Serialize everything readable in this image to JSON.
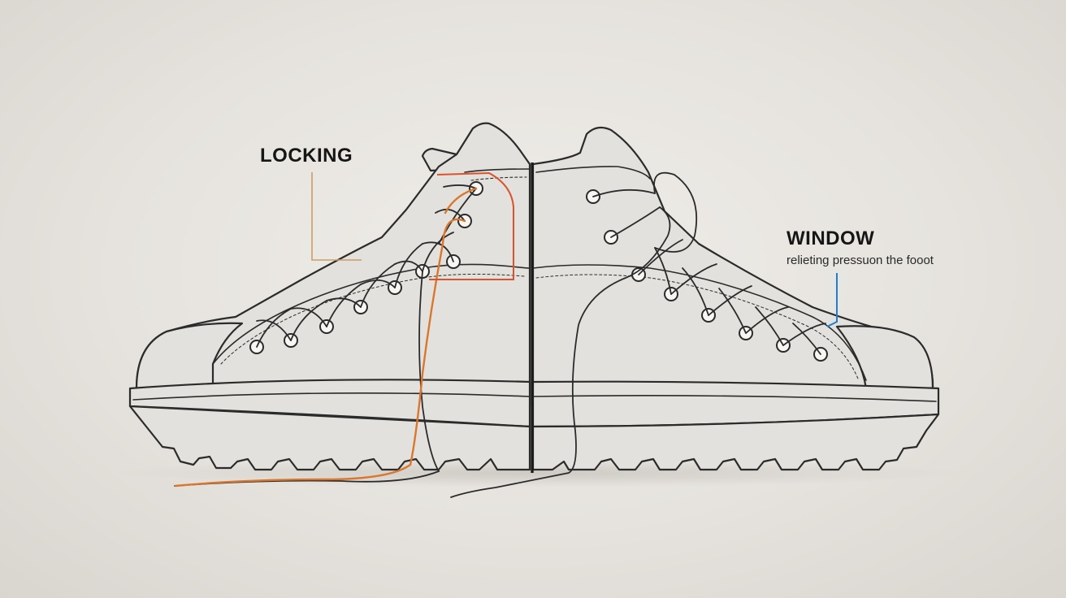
{
  "labels": {
    "locking": {
      "title": "LOCKING"
    },
    "window": {
      "title": "WINDOW",
      "subtitle": "relieting pressuon the fooot"
    }
  },
  "colors": {
    "background": "#e8e5e0",
    "boot_fill": "#e3e1dd",
    "outline": "#2b2b2b",
    "locking_accent": "#d9532e",
    "locking_leader": "#d09a64",
    "window_accent": "#1f7fd6",
    "lace_orange": "#d9772e",
    "divider": "#1c1c1c"
  },
  "icons": [
    "boot-illustration",
    "split-divider"
  ]
}
